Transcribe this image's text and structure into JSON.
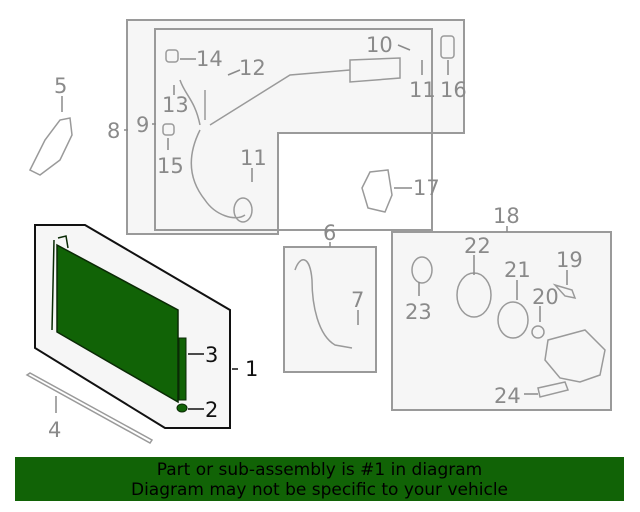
{
  "diagram": {
    "callouts": {
      "c1": "1",
      "c2": "2",
      "c3": "3",
      "c4": "4",
      "c5": "5",
      "c6": "6",
      "c7": "7",
      "c8": "8",
      "c9": "9",
      "c10": "10",
      "c11a": "11",
      "c11b": "11",
      "c12": "12",
      "c13": "13",
      "c14": "14",
      "c15": "15",
      "c16": "16",
      "c17": "17",
      "c18": "18",
      "c19": "19",
      "c20": "20",
      "c21": "21",
      "c22": "22",
      "c23": "23",
      "c24": "24"
    },
    "highlight_color": "#116306"
  },
  "banner": {
    "line1": "Part or sub-assembly is #1 in diagram",
    "line2": "Diagram may not be specific to your vehicle"
  }
}
